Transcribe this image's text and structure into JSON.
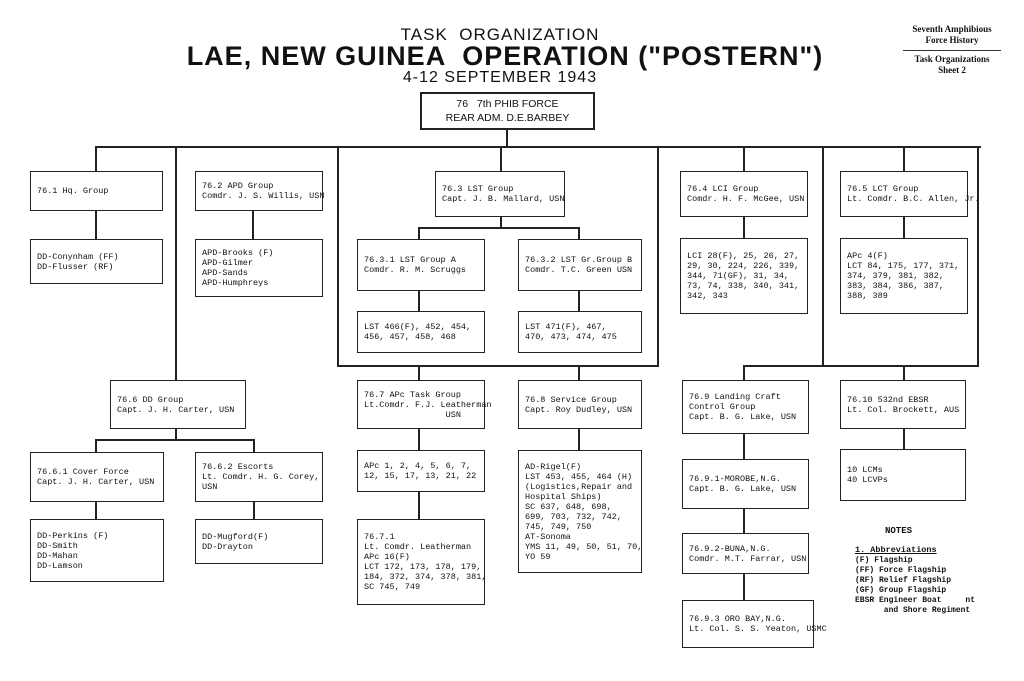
{
  "header": {
    "title_line1": "TASK  ORGANIZATION",
    "title_line2": "LAE, NEW GUINEA  OPERATION (\"POSTERN\")",
    "title_line3": "4-12 SEPTEMBER 1943",
    "history_ref": "Seventh Amphibious\nForce History",
    "sheet_ref": "Task Organizations\nSheet 2"
  },
  "root": {
    "text": "76   7th PHIB FORCE\nREAR ADM. D.E.BARBEY"
  },
  "boxes": {
    "b761": "76.1 Hq. Group",
    "b761s": "DD-Conynham (FF)\nDD-Flusser (RF)",
    "b762": "76.2 APD Group\nComdr. J. S. Willis, USN",
    "b762s": "APD-Brooks (F)\nAPD-Gilmer\nAPD-Sands\nAPD-Humphreys",
    "b763": "76.3 LST Group\nCapt. J. B. Mallard, USN",
    "b7631": "76.3.1 LST Group A\nComdr. R. M. Scruggs",
    "b7631s": "LST 466(F), 452, 454,\n456, 457, 458, 468",
    "b7632": "76.3.2 LST Gr.Group B\nComdr. T.C. Green USN",
    "b7632s": "LST 471(F), 467,\n470, 473, 474, 475",
    "b764": "76.4 LCI Group\nComdr. H. F. McGee, USN",
    "b764s": "LCI 28(F), 25, 26, 27,\n29, 30, 224, 226, 339,\n344, 71(GF), 31, 34,\n73, 74, 338, 340, 341,\n342, 343",
    "b765": "76.5 LCT Group\nLt. Comdr. B.C. Allen, Jr.",
    "b765s": "APc 4(F)\nLCT 84, 175, 177, 371,\n374, 379, 381, 382,\n383, 384, 386, 387,\n388, 389",
    "b766": "76.6 DD Group\nCapt. J. H. Carter, USN",
    "b7661": "76.6.1 Cover Force\nCapt. J. H. Carter, USN",
    "b7661s": "DD-Perkins (F)\nDD-Smith\nDD-Mahan\nDD-Lamson",
    "b7662": "76.6.2 Escorts\nLt. Comdr. H. G. Corey,\nUSN",
    "b7662s": "DD-Mugford(F)\nDD-Drayton",
    "b767": "76.7 APc Task Group\nLt.Comdr. F.J. Leatherman\n                USN",
    "b767a": "APc 1, 2, 4, 5, 6, 7,\n12, 15, 17, 13, 21, 22",
    "b7671": "76.7.1\nLt. Comdr. Leatherman\nAPc 16(F)\nLCT 172, 173, 178, 179,\n184, 372, 374, 378, 381,\nSC 745, 749",
    "b768": "76.8 Service Group\nCapt. Roy Dudley, USN",
    "b768s": "AD-Rigel(F)\nLST 453, 455, 464 (H)\n(Logistics,Repair and\nHospital Ships)\nSC 637, 648, 698,\n699, 703, 732, 742,\n745, 749, 750\nAT-Sonoma\nYMS 11, 49, 50, 51, 70,\nYO 59",
    "b769": "76.9 Landing Craft\nControl Group\nCapt. B. G. Lake, USN",
    "b7691": "76.9.1-MOROBE,N.G.\nCapt. B. G. Lake, USN",
    "b7692": "76.9.2-BUNA,N.G.\nComdr. M.T. Farrar, USN",
    "b7693": "76.9.3 ORO BAY,N.G.\nLt. Col. S. S. Yeaton, USMC",
    "b7610": "76.10 532nd EBSR\nLt. Col. Brockett, AUS",
    "b7610s": "10 LCMs\n40 LCVPs"
  },
  "notes": {
    "title": "NOTES",
    "abbr_heading": "1. Abbreviations",
    "items": "(F) Flagship\n(FF) Force Flagship\n(RF) Relief Flagship\n(GF) Group Flagship\nEBSR Engineer Boat     nt\n      and Shore Regiment"
  }
}
